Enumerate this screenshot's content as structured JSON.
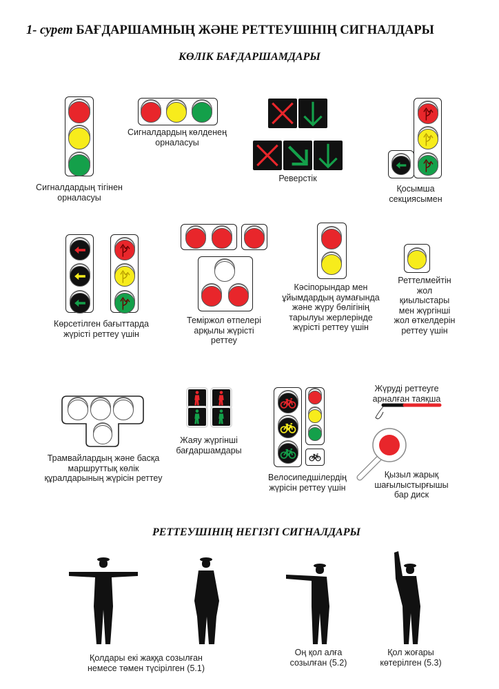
{
  "header": {
    "figure_label": "1- сурет",
    "title": "БАҒДАРШАМНЫҢ ЖӘНЕ РЕТТЕУШІНІҢ СИГНАЛДАРЫ"
  },
  "sections": {
    "vehicle": "КӨЛІК БАҒДАРШАМДАРЫ",
    "controller": "РЕТТЕУШІНІҢ НЕГІЗГІ СИГНАЛДАРЫ"
  },
  "colors": {
    "red": "#e8262b",
    "yellow": "#f7ec1c",
    "green": "#14a04a",
    "dark": "#111111"
  },
  "captions": {
    "vertical": [
      "Сигналдардың тігінен",
      "орналасуы"
    ],
    "horizontal": [
      "Сигналдардың көлденең",
      "орналасуы"
    ],
    "reverse": [
      "Реверстік"
    ],
    "additional": [
      "Қосымша",
      "секциясымен"
    ],
    "directions": [
      "Көрсетілген бағыттарда",
      "жүрісті реттеу үшін"
    ],
    "railway": [
      "Теміржол өтпелері",
      "арқылы жүрісті",
      "реттеу"
    ],
    "enterprise": [
      "Кәсіпорындар мен",
      "ұйымдардың аумағында",
      "және жүру бөлігінің",
      "тарылуы жерлерінде",
      "жүрісті реттеу үшін"
    ],
    "unregulated": [
      "Реттелмейтін",
      "жол",
      "қиылыстары",
      "мен жүргінші",
      "жол өткелдерін",
      "реттеу үшін"
    ],
    "tram": [
      "Трамвайлардың және басқа",
      "маршруттық көлік",
      "құралдарының жүрісін реттеу"
    ],
    "pedestrian": [
      "Жаяу жүргінші",
      "бағдаршамдары"
    ],
    "bicycle": [
      "Велосипедшілердің",
      "жүрісін реттеу үшін"
    ],
    "baton": [
      "Жүруді реттеуге",
      "арналған таяқша"
    ],
    "disk": [
      "Қызыл жарық",
      "шағылыстырғышы",
      "бар диск"
    ],
    "signal_1": [
      "Қолдары екі жаққа созылған",
      "немесе төмен түсірілген (5.1)"
    ],
    "signal_2": [
      "Оң қол алға",
      "созылған (5.2)"
    ],
    "signal_3": [
      "Қол жоғары",
      "көтерілген (5.3)"
    ]
  }
}
